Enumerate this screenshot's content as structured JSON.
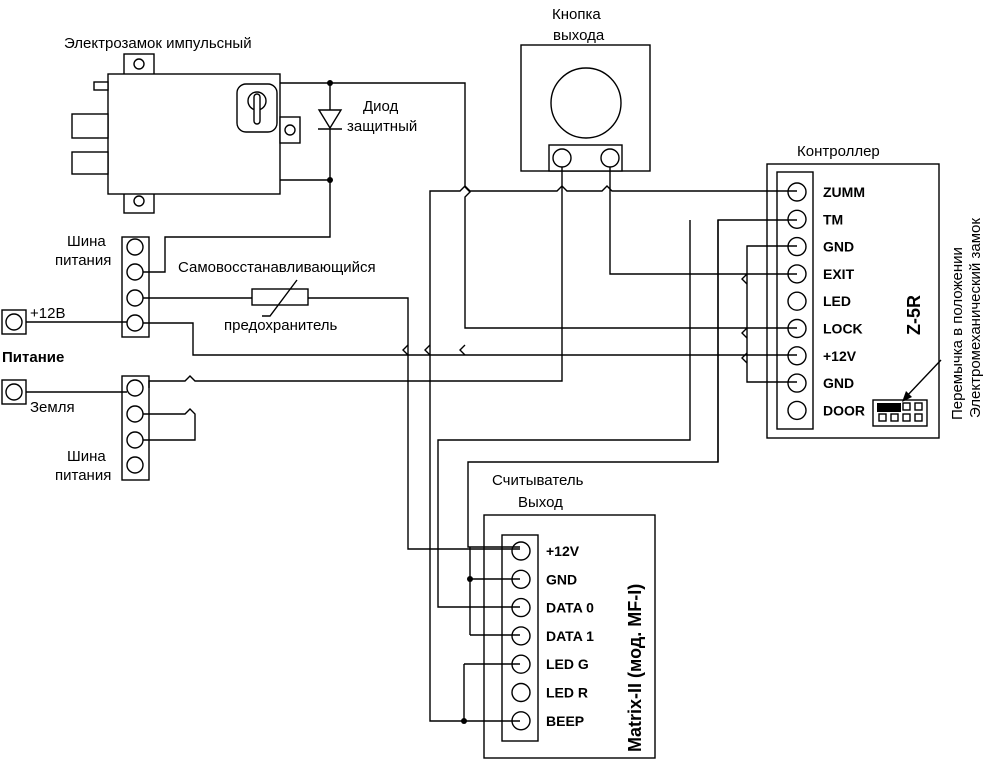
{
  "lock": {
    "title": "Электрозамок импульсный"
  },
  "diode": {
    "line1": "Диод",
    "line2": "защитный"
  },
  "exit_button": {
    "line1": "Кнопка",
    "line2": "выхода"
  },
  "controller": {
    "title": "Контроллер",
    "model": "Z-5R",
    "terminals": [
      "ZUMM",
      "TM",
      "GND",
      "EXIT",
      "LED",
      "LOCK",
      "+12V",
      "GND",
      "DOOR"
    ],
    "jumper_note_line1": "Перемычка в положении",
    "jumper_note_line2": "Электромеханический замок"
  },
  "bus_top": {
    "line1": "Шина",
    "line2": "питания"
  },
  "bus_bottom": {
    "line1": "Шина",
    "line2": "питания"
  },
  "fuse": {
    "line1": "Самовосстанавливающийся",
    "line2": "предохранитель"
  },
  "power": {
    "title": "Питание",
    "plus_label": "+12В",
    "ground_label": "Земля"
  },
  "reader": {
    "title_line1": "Считыватель",
    "title_line2": "Выход",
    "model": "Matrix-II (мод. MF-I)",
    "terminals": [
      "+12V",
      "GND",
      "DATA 0",
      "DATA 1",
      "LED G",
      "LED R",
      "BEEP"
    ]
  }
}
